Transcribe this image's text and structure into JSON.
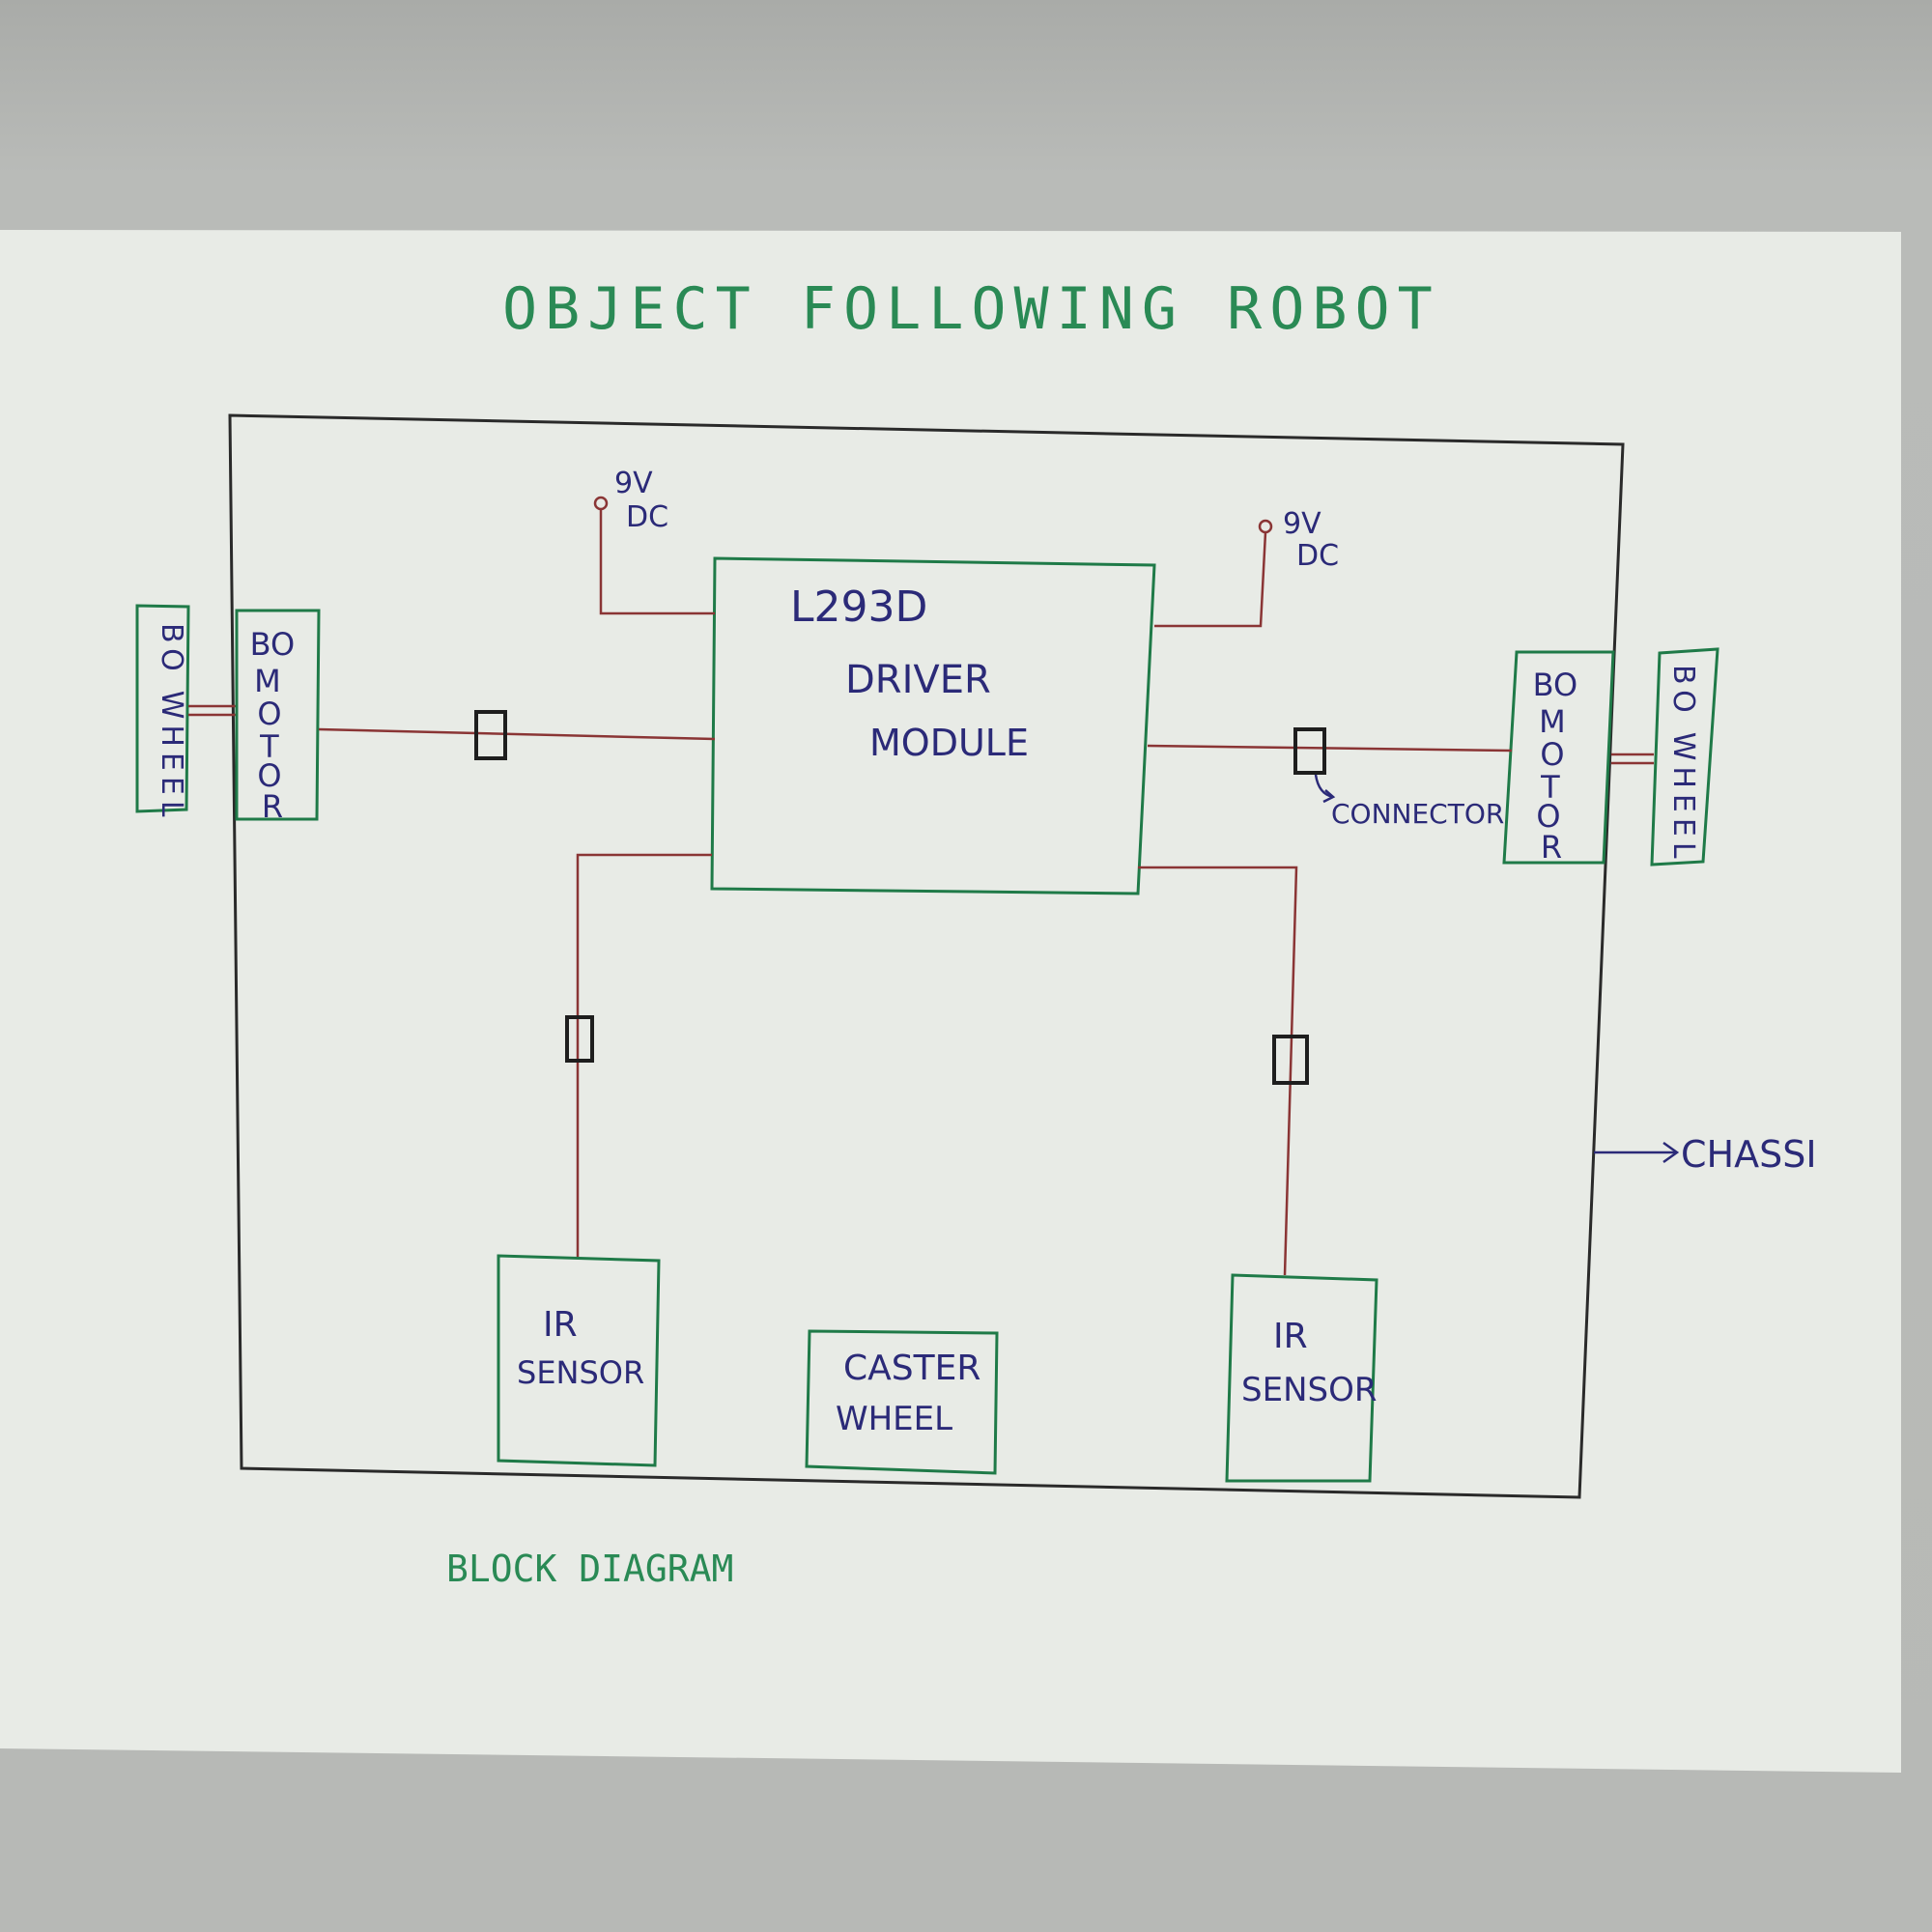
{
  "title": "OBJECT FOLLOWING ROBOT",
  "caption": "BLOCK DIAGRAM",
  "driver": {
    "line1": "L293D",
    "line2": "DRIVER",
    "line3": "MODULE"
  },
  "power": {
    "volt": "9V",
    "type": "DC"
  },
  "motor_label": [
    "B",
    "O",
    "M",
    "O",
    "T",
    "O",
    "R"
  ],
  "wheel_label": [
    "B",
    "O",
    "W",
    "H",
    "E",
    "E",
    "L"
  ],
  "sensor": {
    "line1": "IR",
    "line2": "SENSOR"
  },
  "caster": {
    "line1": "CASTER",
    "line2": "WHEEL"
  },
  "connector_label": "CONNECTOR",
  "chassis_label": "CHASSI"
}
